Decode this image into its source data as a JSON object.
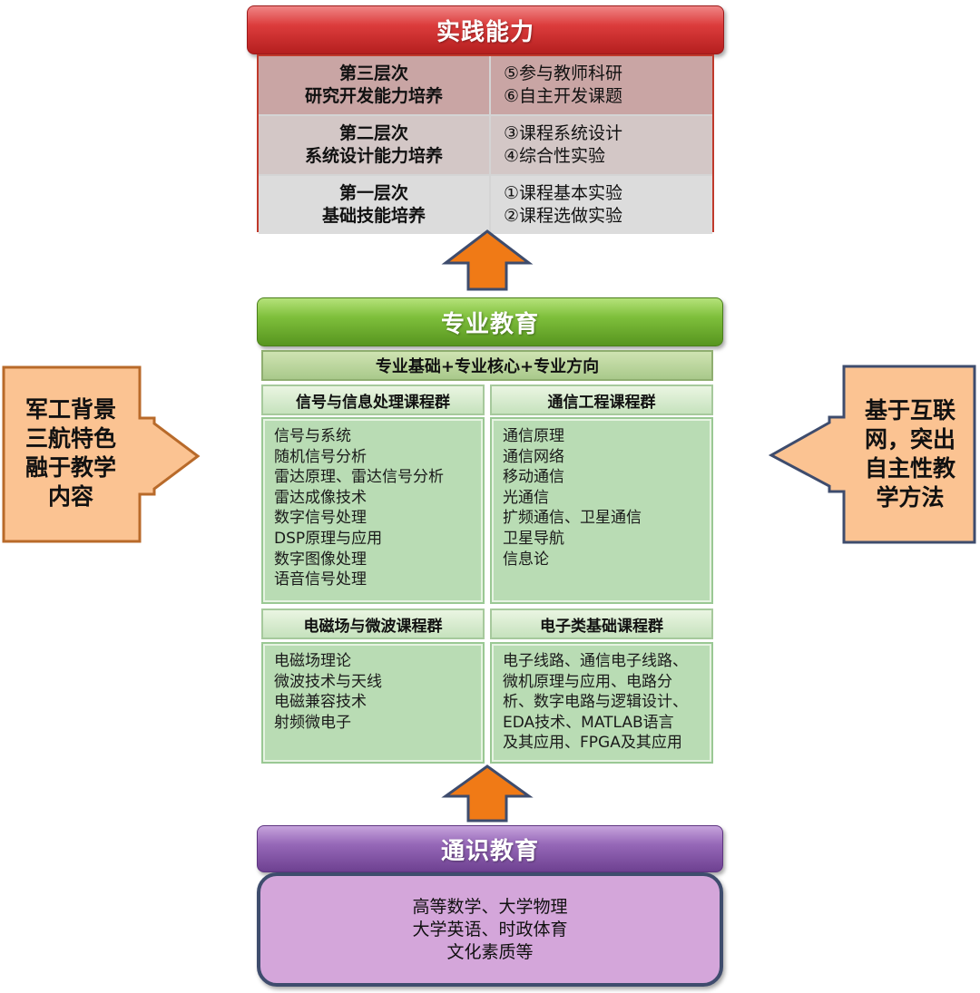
{
  "practice": {
    "title": "实践能力",
    "rows": [
      {
        "level": "第三层次",
        "focus": "研究开发能力培养",
        "items": [
          "⑤参与教师科研",
          "⑥自主开发课题"
        ]
      },
      {
        "level": "第二层次",
        "focus": "系统设计能力培养",
        "items": [
          "③课程系统设计",
          "④综合性实验"
        ]
      },
      {
        "level": "第一层次",
        "focus": "基础技能培养",
        "items": [
          "①课程基本实验",
          "②课程选做实验"
        ]
      }
    ]
  },
  "professional": {
    "title": "专业教育",
    "strip": "专业基础+专业核心+专业方向",
    "groups": [
      {
        "name": "信号与信息处理课程群",
        "courses": [
          "信号与系统",
          "随机信号分析",
          "雷达原理、雷达信号分析",
          "雷达成像技术",
          "数字信号处理",
          "DSP原理与应用",
          "数字图像处理",
          "语音信号处理"
        ]
      },
      {
        "name": "通信工程课程群",
        "courses": [
          "通信原理",
          "通信网络",
          "移动通信",
          "光通信",
          "扩频通信、卫星通信",
          "卫星导航",
          "信息论"
        ]
      },
      {
        "name": "电磁场与微波课程群",
        "courses": [
          "电磁场理论",
          "微波技术与天线",
          "电磁兼容技术",
          "射频微电子"
        ]
      },
      {
        "name": "电子类基础课程群",
        "courses": [
          "电子线路、通信电子线路、",
          "微机原理与应用、电路分",
          "析、数字电路与逻辑设计、",
          "EDA技术、MATLAB语言",
          "及其应用、FPGA及其应用"
        ]
      }
    ]
  },
  "general": {
    "title": "通识教育",
    "lines": [
      "高等数学、大学物理",
      "大学英语、时政体育",
      "文化素质等"
    ]
  },
  "left_note": {
    "lines": [
      "军工背景",
      "三航特色",
      "融于教学",
      "内容"
    ]
  },
  "right_note": {
    "lines": [
      "基于互联",
      "网，突出",
      "自主性教",
      "学方法"
    ]
  },
  "colors": {
    "red": "#d63b3b",
    "green": "#7ebf3b",
    "purple": "#9668b8",
    "arrow_orange": "#f07a16",
    "arrow_outline": "#3e4c6d",
    "side_fill": "#fbc392",
    "side_border": "#b86a2a"
  }
}
